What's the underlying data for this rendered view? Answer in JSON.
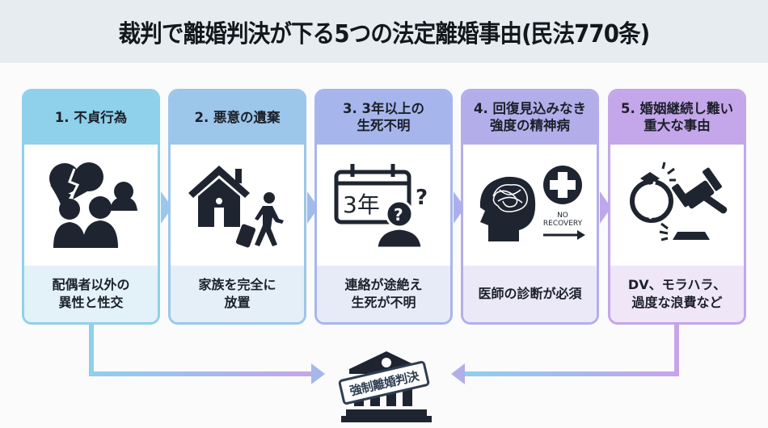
{
  "title": "裁判で離婚判決が下る5つの法定離婚事由(民法770条)",
  "colors": {
    "card1": "#8fd0ea",
    "card2": "#9cc6ea",
    "card3": "#a6b6ec",
    "card4": "#b3aeea",
    "card5": "#c4a6ea",
    "foot1": "#e3f1f8",
    "foot2": "#e5eff8",
    "foot3": "#e7ebf8",
    "foot4": "#ebe9f8",
    "foot5": "#efe6f8",
    "icon": "#1f2530"
  },
  "cards": [
    {
      "heading": "1. 不貞行為",
      "icon": "affair-people-icon",
      "description": "配偶者以外の\n異性と性交"
    },
    {
      "heading": "2. 悪意の遺棄",
      "icon": "house-leaving-person-icon",
      "description": "家族を完全に\n放置"
    },
    {
      "heading": "3. 3年以上の\n生死不明",
      "icon": "calendar-missing-person-icon",
      "calendar_label": "3年",
      "description": "連絡が途絶え\n生死が不明"
    },
    {
      "heading": "4. 回復見込みなき\n強度の精神病",
      "icon": "brain-medical-cross-icon",
      "no_recovery_label": "NO\nRECOVERY",
      "description": "医師の診断が必須"
    },
    {
      "heading": "5. 婚姻継続し難い\n重大な事由",
      "icon": "broken-ring-gavel-icon",
      "description": "DV、モラハラ、\n過度な浪費など"
    }
  ],
  "result": {
    "icon": "courthouse-icon",
    "stamp": "強制離婚判決"
  }
}
